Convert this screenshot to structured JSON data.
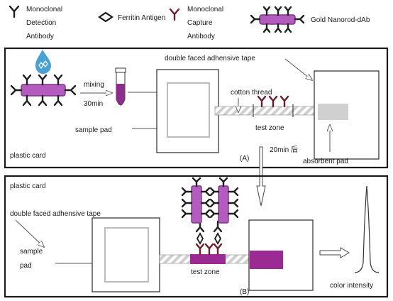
{
  "legend": {
    "detection_antibody": [
      "Monoclonal",
      "Detection",
      "Antibody"
    ],
    "ferritin_antigen": "Ferritin Antigen",
    "capture_antibody": [
      "Monoclonal",
      "Capture",
      "Antibody"
    ],
    "gold_nanorod": "Gold Nanorod-dAb"
  },
  "panel_a": {
    "mixing": "mixing",
    "mixing_time": "30min",
    "sample_pad": "sample pad",
    "double_tape": "double faced adhensive tape",
    "cotton_thread": "cotton thread",
    "test_zone": "test zone",
    "plastic_card": "plastic card",
    "absorbent_pad": "absorbent pad",
    "tag": "(A)"
  },
  "transition": "20min 后",
  "panel_b": {
    "plastic_card": "plastic card",
    "double_tape": "double faced adhensive tape",
    "sample": "sample",
    "pad": "pad",
    "test_zone": "test zone",
    "tag": "(B)",
    "color_intensity": "color intensity"
  },
  "colors": {
    "nanorod": "#b35bbf",
    "capture_antibody": "#6e1c2a",
    "test_zone_b": "#9b2a92",
    "absorbent_a": "#d0d0d0",
    "sample_fluid": "#8a2f8c",
    "drop": "#2a8fc8"
  }
}
